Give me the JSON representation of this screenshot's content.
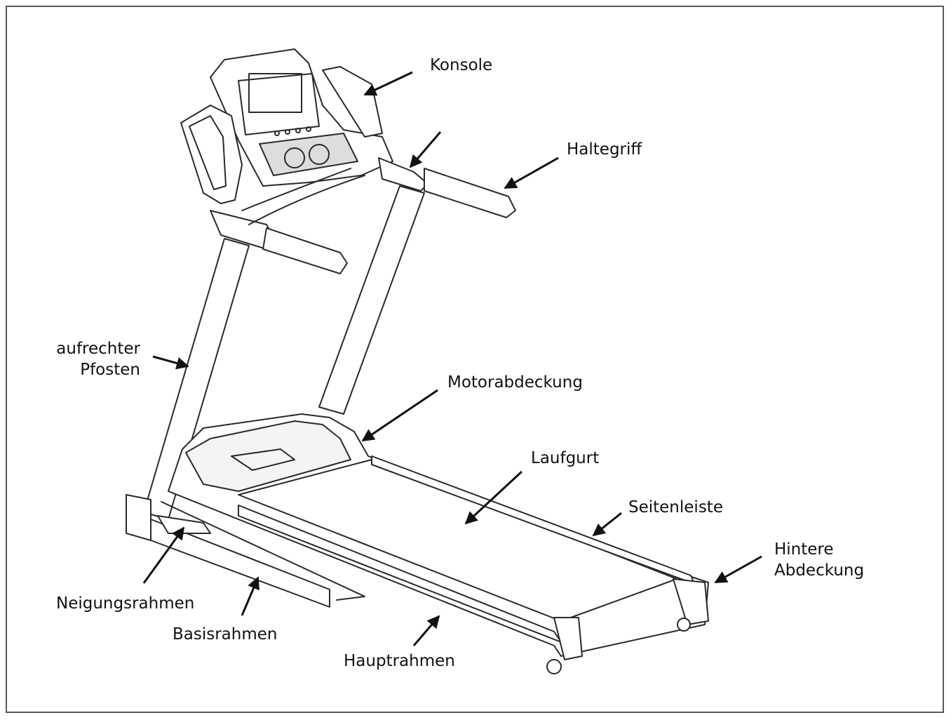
{
  "diagram": {
    "labels": {
      "console": "Konsole",
      "handrail": "Haltegriff",
      "upright_line1": "aufrechter",
      "upright_line2": "Pfosten",
      "motor_cover": "Motorabdeckung",
      "belt": "Laufgurt",
      "side_rail": "Seitenleiste",
      "rear_cover_line1": "Hintere",
      "rear_cover_line2": "Abdeckung",
      "incline_frame": "Neigungsrahmen",
      "base_frame": "Basisrahmen",
      "main_frame": "Hauptrahmen"
    }
  }
}
